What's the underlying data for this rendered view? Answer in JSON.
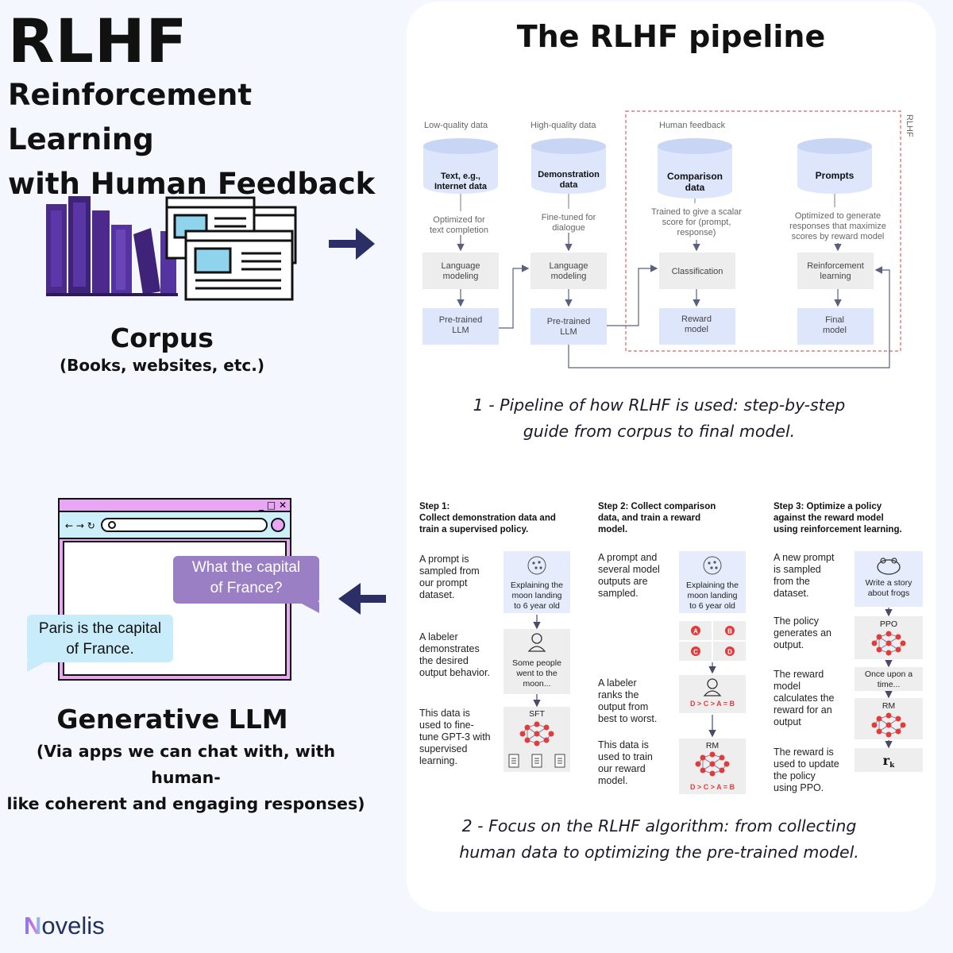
{
  "header": {
    "title": "RLHF",
    "subtitle_line1": "Reinforcement Learning",
    "subtitle_line2": "with Human Feedback"
  },
  "corpus": {
    "title": "Corpus",
    "subtitle": "(Books, websites, etc.)"
  },
  "generative": {
    "title": "Generative LLM",
    "subtitle_line1": "(Via apps we can chat with, with human-",
    "subtitle_line2": "like coherent and engaging responses)",
    "question_line1": "What the capital",
    "question_line2": "of France?",
    "answer_line1": "Paris is the capital",
    "answer_line2": "of France."
  },
  "pipeline": {
    "title": "The RLHF pipeline",
    "col_labels": [
      "Low-quality data",
      "High-quality data",
      "Human feedback"
    ],
    "side_label": "RLHF",
    "cyl1": [
      "Text, e.g.,",
      "Internet data"
    ],
    "cyl2": [
      "Demonstration",
      "data"
    ],
    "cyl3": [
      "Comparison",
      "data"
    ],
    "cyl4": [
      "Prompts"
    ],
    "note1": [
      "Optimized for",
      "text completion"
    ],
    "note2": [
      "Fine-tuned for",
      "dialogue"
    ],
    "note3": [
      "Trained to give a scalar",
      "score for (prompt,",
      "response)"
    ],
    "note4": [
      "Optimized to generate",
      "responses that maximize",
      "scores by reward model"
    ],
    "box_lm1": [
      "Language",
      "modeling"
    ],
    "box_lm2": [
      "Language",
      "modeling"
    ],
    "box_cls": [
      "Classification"
    ],
    "box_rl": [
      "Reinforcement",
      "learning"
    ],
    "box_pt1": [
      "Pre-trained",
      "LLM"
    ],
    "box_pt2": [
      "Pre-trained",
      "LLM"
    ],
    "box_rm": [
      "Reward",
      "model"
    ],
    "box_final": [
      "Final",
      "model"
    ],
    "caption_line1": "1 - Pipeline of how RLHF is used: step-by-step",
    "caption_line2": "guide from corpus to final model."
  },
  "algorithm": {
    "step1_head": [
      "Step 1:",
      "Collect demonstration data and",
      "train a supervised policy."
    ],
    "step2_head": [
      "Step 2: Collect comparison",
      "data, and train a reward",
      "model."
    ],
    "step3_head": [
      "Step 3: Optimize a policy",
      "against the reward model",
      "using reinforcement learning."
    ],
    "s1_t1": [
      "A prompt is",
      "sampled from",
      "our prompt",
      "dataset."
    ],
    "s1_t2": [
      "A labeler",
      "demonstrates",
      "the desired",
      "output behavior."
    ],
    "s1_t3": [
      "This data is",
      "used to fine-",
      "tune GPT-3 with",
      "supervised",
      "learning."
    ],
    "s1_card1": [
      "Explaining the",
      "moon landing",
      "to 6 year old"
    ],
    "s1_card2": [
      "Some people",
      "went to the",
      "moon..."
    ],
    "s1_card3": [
      "SFT"
    ],
    "s2_t1": [
      "A prompt and",
      "several model",
      "outputs are",
      "sampled."
    ],
    "s2_t2": [
      "A labeler",
      "ranks the",
      "output from",
      "best to worst."
    ],
    "s2_t3": [
      "This data is",
      "used to train",
      "our reward",
      "model."
    ],
    "s2_card1": [
      "Explaining the",
      "moon landing",
      "to 6 year old"
    ],
    "s2_options": [
      "A",
      "B",
      "C",
      "D"
    ],
    "s2_rank": "D > C > A = B",
    "s2_rm": "RM",
    "s3_t1": [
      "A new prompt",
      "is sampled",
      "from the",
      "dataset."
    ],
    "s3_t2": [
      "The policy",
      "generates an",
      "output."
    ],
    "s3_t3": [
      "The reward",
      "model",
      "calculates the",
      "reward for an",
      "output"
    ],
    "s3_t4": [
      "The reward is",
      "used to update",
      "the policy",
      "using PPO."
    ],
    "s3_card1": [
      "Write a story",
      "about frogs"
    ],
    "s3_ppo": "PPO",
    "s3_out": [
      "Once upon a",
      "time..."
    ],
    "s3_rm": "RM",
    "s3_rk": "r",
    "s3_rk_sub": "k",
    "caption_line1": "2 - Focus on the RLHF algorithm: from collecting",
    "caption_line2": "human data to optimizing the pre-trained model."
  },
  "brand": {
    "logo_text": "ovelis",
    "logo_initial": "N"
  },
  "colors": {
    "navy": "#2b2f66",
    "book_purple": "#4b2a8c",
    "bubble_purple": "#9b7fc4",
    "bubble_cyan": "#c9ecfa",
    "browser_pink": "#e9a6f2",
    "cylinder_blue": "#dde6fb",
    "card_grey": "#eeeeee",
    "red_dashed": "#e06060"
  },
  "icons": [
    "arrow-right-icon",
    "arrow-left-icon",
    "books-icon",
    "browser-windows-icon",
    "search-icon",
    "neural-network-icon",
    "person-icon",
    "frog-icon",
    "document-icon"
  ]
}
